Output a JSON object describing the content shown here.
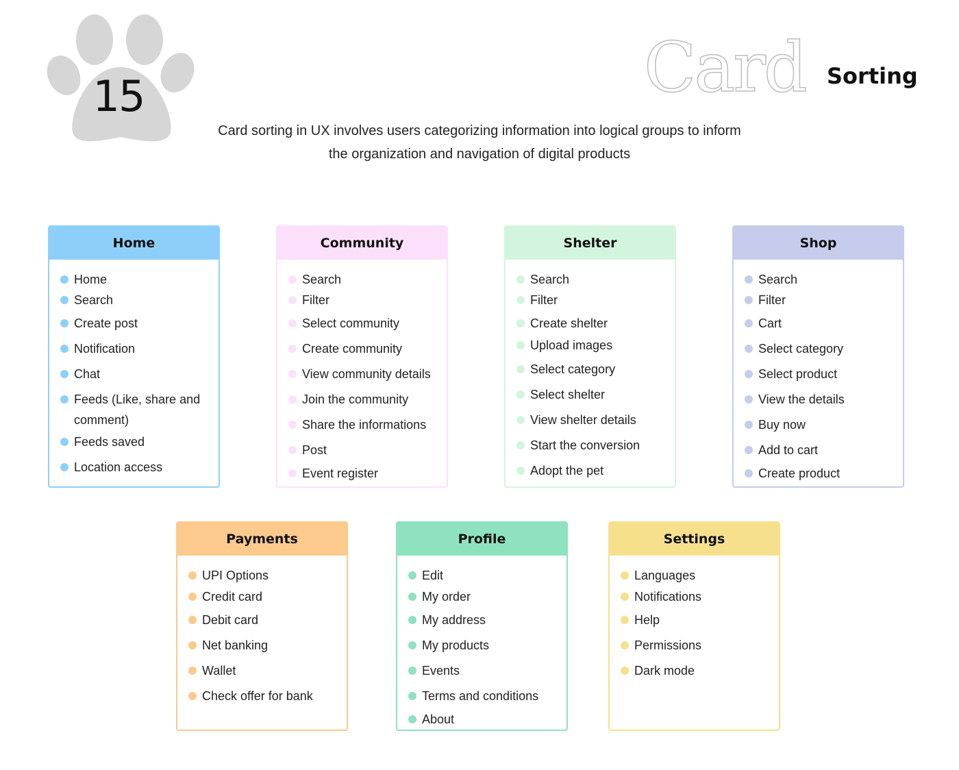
{
  "header": {
    "badge_number": "15",
    "title_word_1": "Card",
    "title_word_2": "Sorting",
    "description_line_1": "Card sorting in UX involves users categorizing information into logical groups to inform",
    "description_line_2": "the organization and navigation of digital products"
  },
  "colors": {
    "paw": "#d6d6d6",
    "home": "#8ecffa",
    "community": "#fce0fb",
    "shelter": "#d3f5dd",
    "shop": "#c5ccec",
    "payments": "#fbca8c",
    "profile": "#8ee2bf",
    "settings": "#f7e08c"
  },
  "cards": [
    {
      "title": "Home",
      "items": [
        "Home",
        "Search",
        "Create post",
        "Notification",
        "Chat",
        "Feeds (Like, share and",
        "comment)",
        "Feeds saved",
        "Location access"
      ]
    },
    {
      "title": "Community",
      "items": [
        "Search",
        "Filter",
        "Select community",
        "Create community",
        "View community details",
        "Join the community",
        "Share the informations",
        "Post",
        "Event register"
      ]
    },
    {
      "title": "Shelter",
      "items": [
        "Search",
        "Filter",
        "Create shelter",
        "Upload images",
        "Select category",
        "Select shelter",
        "View shelter details",
        "Start the conversion",
        "Adopt the pet"
      ]
    },
    {
      "title": "Shop",
      "items": [
        "Search",
        "Filter",
        "Cart",
        "Select category",
        "Select product",
        "View the details",
        "Buy now",
        "Add to cart",
        "Create product"
      ]
    },
    {
      "title": "Payments",
      "items": [
        "UPI Options",
        "Credit card",
        "Debit card",
        "Net banking",
        "Wallet",
        "Check offer for bank"
      ]
    },
    {
      "title": "Profile",
      "items": [
        "Edit",
        "My order",
        "My address",
        "My products",
        "Events",
        "Terms and conditions",
        "About"
      ]
    },
    {
      "title": "Settings",
      "items": [
        "Languages",
        "Notifications",
        "Help",
        "Permissions",
        "Dark mode"
      ]
    }
  ]
}
